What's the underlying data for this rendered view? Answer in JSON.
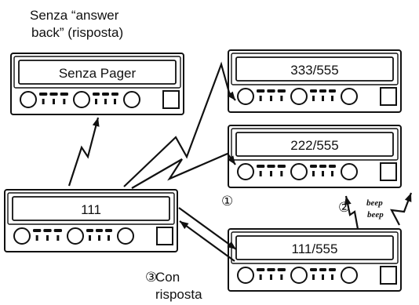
{
  "labels": {
    "no_answer_back_line1": "Senza “answer",
    "no_answer_back_line2": "back” (risposta)",
    "with_reply_line1": "Con",
    "with_reply_line2": "risposta",
    "beep1": "beep",
    "beep2": "beep"
  },
  "step_markers": {
    "one": "①",
    "two": "②",
    "three": "③"
  },
  "radios": [
    {
      "id": "top-left",
      "display": "Senza Pager"
    },
    {
      "id": "top-right",
      "display": "333/555"
    },
    {
      "id": "mid-right",
      "display": "222/555"
    },
    {
      "id": "bottom-left",
      "display": "111"
    },
    {
      "id": "bottom-right",
      "display": "111/555"
    }
  ]
}
